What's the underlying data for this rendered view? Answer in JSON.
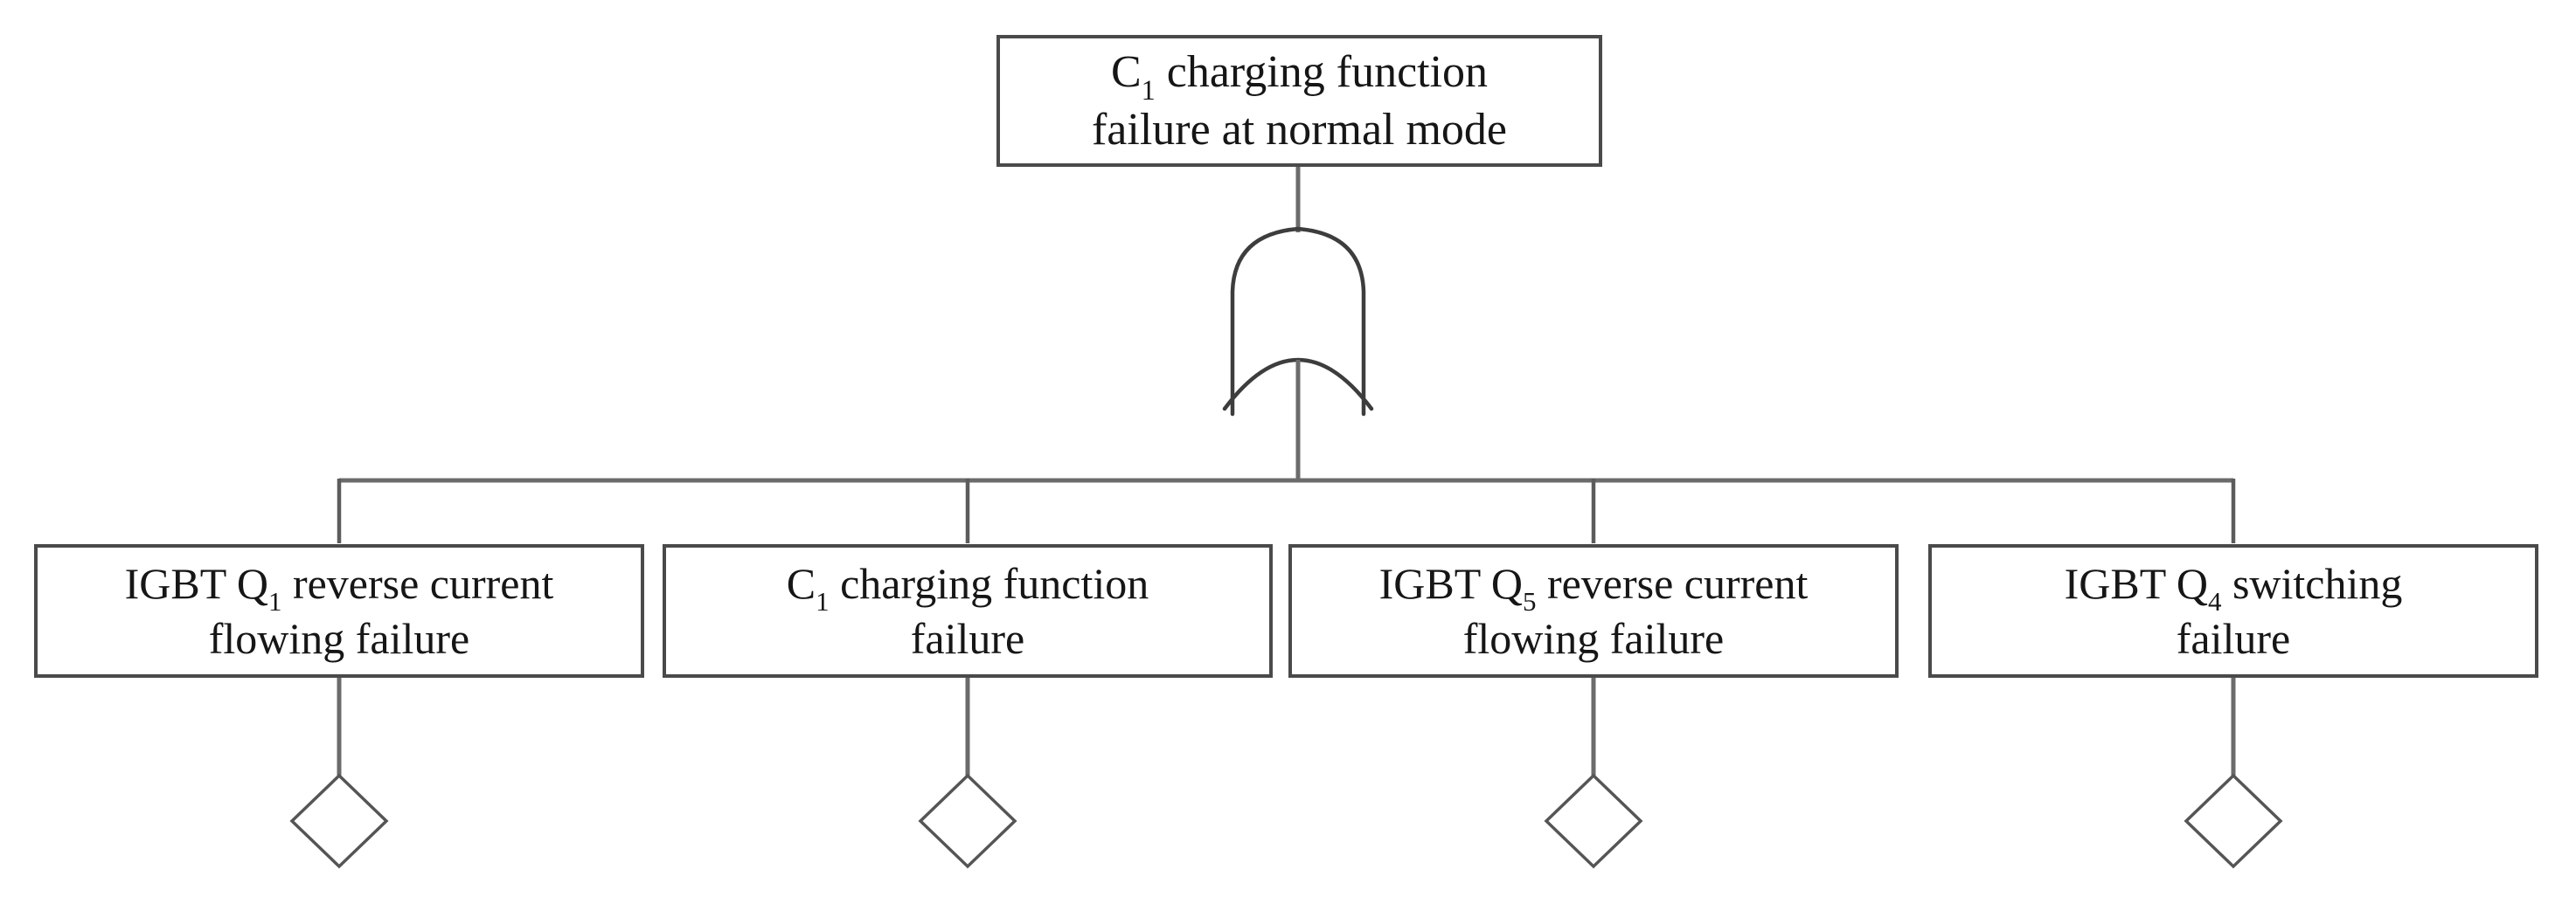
{
  "figure": {
    "type": "fault-tree",
    "top_event": {
      "lines": [
        {
          "pre": "C",
          "sub": "1",
          "post": " charging function"
        },
        {
          "pre": "",
          "sub": "",
          "post": "failure at normal mode"
        }
      ]
    },
    "gate": {
      "name": "OR gate"
    },
    "events": [
      {
        "symbol": "undeveloped-event-diamond",
        "lines": [
          {
            "pre": "IGBT Q",
            "sub": "1",
            "post": " reverse current"
          },
          {
            "pre": "",
            "sub": "",
            "post": "flowing failure"
          }
        ]
      },
      {
        "symbol": "undeveloped-event-diamond",
        "lines": [
          {
            "pre": "C",
            "sub": "1",
            "post": " charging function"
          },
          {
            "pre": "",
            "sub": "",
            "post": "failure"
          }
        ]
      },
      {
        "symbol": "undeveloped-event-diamond",
        "lines": [
          {
            "pre": "IGBT Q",
            "sub": "5",
            "post": " reverse current"
          },
          {
            "pre": "",
            "sub": "",
            "post": "flowing failure"
          }
        ]
      },
      {
        "symbol": "undeveloped-event-diamond",
        "lines": [
          {
            "pre": "IGBT Q",
            "sub": "4",
            "post": " switching"
          },
          {
            "pre": "",
            "sub": "",
            "post": "failure"
          }
        ]
      }
    ],
    "colors": {
      "box_border": "#4a4a4a",
      "gate_outline": "#3d3d3d",
      "wire": "#6b6b6b",
      "text": "#161616",
      "background": "#ffffff"
    }
  }
}
